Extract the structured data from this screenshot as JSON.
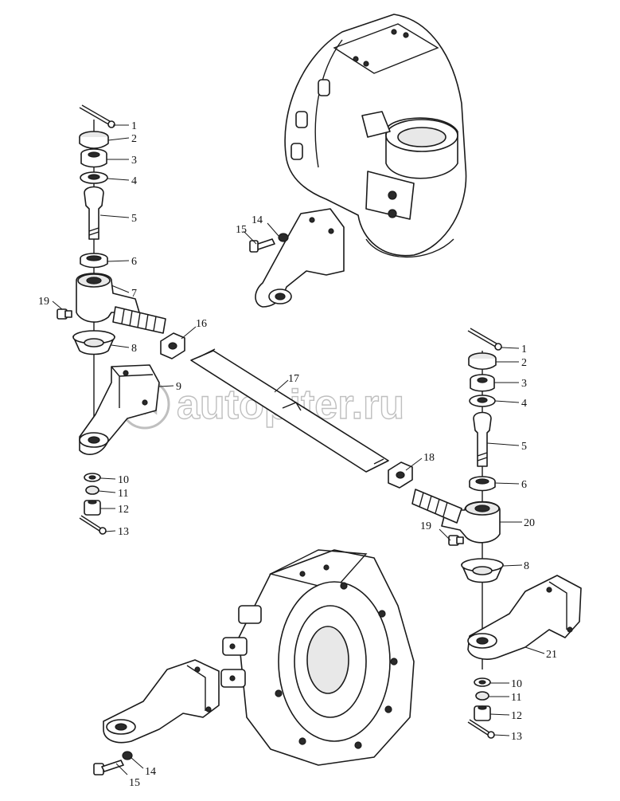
{
  "watermark": "autopiter.ru",
  "callouts": {
    "L1": "1",
    "L2": "2",
    "L3": "3",
    "L4": "4",
    "L5": "5",
    "L6": "6",
    "L7": "7",
    "L8": "8",
    "L9": "9",
    "L10": "10",
    "L11": "11",
    "L12": "12",
    "L13": "13",
    "L14t": "14",
    "L15t": "15",
    "L16": "16",
    "L17": "17",
    "L18": "18",
    "L19a": "19",
    "R1": "1",
    "R2": "2",
    "R3": "3",
    "R4": "4",
    "R5": "5",
    "R6": "6",
    "R8": "8",
    "R10": "10",
    "R11": "11",
    "R12": "12",
    "R13": "13",
    "R19": "19",
    "R20": "20",
    "R21": "21",
    "B14": "14",
    "B15": "15"
  }
}
